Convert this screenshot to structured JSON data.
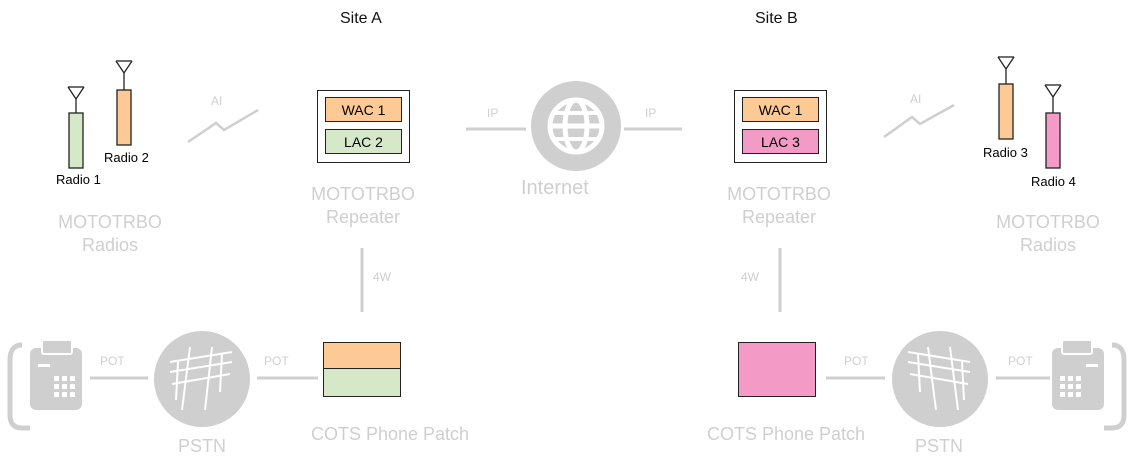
{
  "site_a": {
    "title": "Site A"
  },
  "site_b": {
    "title": "Site B"
  },
  "labels": {
    "ai": "AI",
    "ip": "IP",
    "pot": "POT",
    "four_wire": "4W",
    "internet": "Internet",
    "pstn": "PSTN",
    "phone_patch": "COTS Phone Patch",
    "repeater_line1": "MOTOTRBO",
    "repeater_line2": "Repeater",
    "radios_line1": "MOTOTRBO",
    "radios_line2": "Radios"
  },
  "radios": {
    "radio1": "Radio 1",
    "radio2": "Radio 2",
    "radio3": "Radio 3",
    "radio4": "Radio 4"
  },
  "repeater_a": {
    "wac": "WAC 1",
    "lac": "LAC 2"
  },
  "repeater_b": {
    "wac": "WAC 1",
    "lac": "LAC 3"
  },
  "colors": {
    "orange": "#fdca95",
    "green": "#d5e8c8",
    "pink": "#f39bc6",
    "gray": "#cfcfcf"
  }
}
